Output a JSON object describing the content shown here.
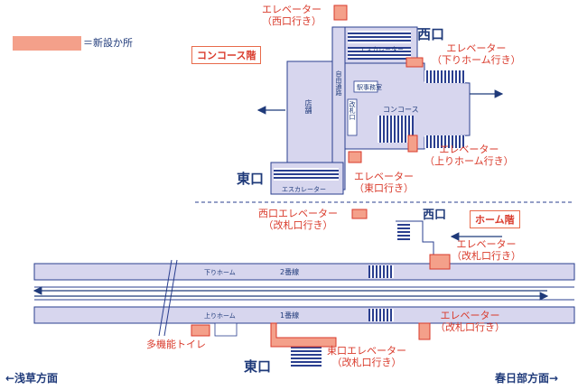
{
  "legend": {
    "label": "＝新設か所",
    "swatch_color": "#f4a08a"
  },
  "colors": {
    "structure": "#d7d6ee",
    "outline": "#2a3f8f",
    "new": "#f4a08a",
    "accent": "#d93a2b"
  },
  "concourse_floor": {
    "title": "コンコース階",
    "west_exit": "西口",
    "east_exit": "東口",
    "store": "店舗",
    "free_passage": "自由通路",
    "ticket_gates": "改札口",
    "station_office": "駅事務室",
    "concourse": "コンコース",
    "escalator_top": "エスカレーター",
    "escalator_bottom": "エスカレーター",
    "elev_west": [
      "エレベーター",
      "（西口行き）"
    ],
    "elev_down_platform": [
      "エレベーター",
      "（下りホーム行き）"
    ],
    "elev_up_platform": [
      "エレベーター",
      "（上りホーム行き）"
    ],
    "elev_east": [
      "エレベーター",
      "（東口行き）"
    ]
  },
  "platform_floor": {
    "title": "ホーム階",
    "west_exit": "西口",
    "east_exit": "東口",
    "down_platform": "下りホーム",
    "up_platform": "上りホーム",
    "track2": "2番線",
    "track1": "1番線",
    "west_elev": [
      "西口エレベーター",
      "（改札口行き）"
    ],
    "elev_right_top": [
      "エレベーター",
      "（改札口行き）"
    ],
    "elev_right_bottom": [
      "エレベーター",
      "（改札口行き）"
    ],
    "east_elev": [
      "東口エレベーター",
      "（改札口行き）"
    ],
    "toilet": "多機能トイレ"
  },
  "directions": {
    "left": "←浅草方面",
    "right": "春日部方面→"
  }
}
